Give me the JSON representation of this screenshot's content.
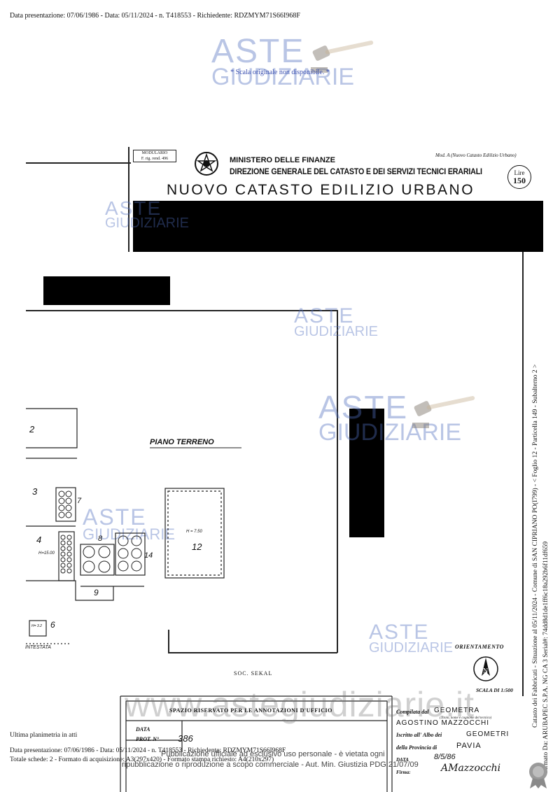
{
  "header": {
    "top_line": "Data presentazione: 07/06/1986 - Data: 05/11/2024 - n. T418553 - Richiedente: RDZMYM71S66I968F",
    "scala_note": "* Scala originale non disponibile. *"
  },
  "watermark": {
    "line1": "ASTE",
    "line2": "GIUDIZIARIE",
    "url": "www.astegiudiziarie.it"
  },
  "form": {
    "modulario_label": "MODULARIO",
    "modulario_code": "F. rig. rend. 496",
    "mod_a": "Mod. A (Nuovo Catasto Edilizio Urbano)",
    "ministry": "MINISTERO DELLE FINANZE",
    "direzione": "DIREZIONE GENERALE DEL CATASTO E DEI SERVIZI TECNICI ERARIALI",
    "title": "NUOVO CATASTO EDILIZIO URBANO",
    "lire_label": "Lire",
    "lire_value": "150"
  },
  "plan": {
    "floor_label": "PIANO TERRENO",
    "room_2": "2",
    "room_3": "3",
    "room_4": "4",
    "room_6": "6",
    "room_7": "7",
    "room_8": "8",
    "room_9": "9",
    "room_12": "12",
    "room_14": "14",
    "h_750": "H = 7.50",
    "h_1500": "H=15.00",
    "h_32": "H= 3.2",
    "intestata": "INTESTATA",
    "soc_sekal": "SOC. SEKAL",
    "orientamento": "ORIENTAMENTO",
    "scala": "SCALA DI 1:500"
  },
  "office": {
    "spazio": "SPAZIO RISERVATO PER LE ANNOTAZIONI D'UFFICIO",
    "data_label": "DATA",
    "prot_label": "PROT. N°",
    "prot_value": "386",
    "compilata_label": "Compilata dal",
    "compilata_value": "GEOMETRA",
    "titolo_note": "(Titolo, nome e cognome del tecnico)",
    "tecnico": "AGOSTINO MAZZOCCHI",
    "iscritto_label": "Iscritto all' Albo dei",
    "iscritto_value": "GEOMETRI",
    "provincia_label": "della Provincia di",
    "provincia_value": "PAVIA",
    "data2_label": "DATA",
    "data2_value": "8/5/86",
    "firma_label": "Firma:",
    "firma_value": "AMazzocchi"
  },
  "footer": {
    "ultima": "Ultima planimetria in atti",
    "line1": "Data presentazione: 07/06/1986 - Data: 05/11/2024 - n. T418553 - Richiedente: RDZMYM71S66I968F",
    "line2": "Totale schede: 2 - Formato di acquisizione: A3(297x420) - Formato stampa richiesto: A4(210x297)",
    "pub1": "Pubblicazione ufficiale ad esclusivo uso personale - è vietata ogni",
    "pub2": "ripubblicazione o riproduzione a scopo commerciale - Aut. Min. Giustizia PDG 21/07/09"
  },
  "side": {
    "catasto": "Catasto dei Fabbricati - Situazione al 05/11/2024 - Comune di SAN CIPRIANO PO(I799) - < Foglio 12 - Particella 149 - Subalterno 2 >",
    "firmato": "Firmato Da: ARUBAPEC S.P.A. NG CA 3 Serial#: 74dd8d1de1ff6c18a292b6f11df659"
  }
}
